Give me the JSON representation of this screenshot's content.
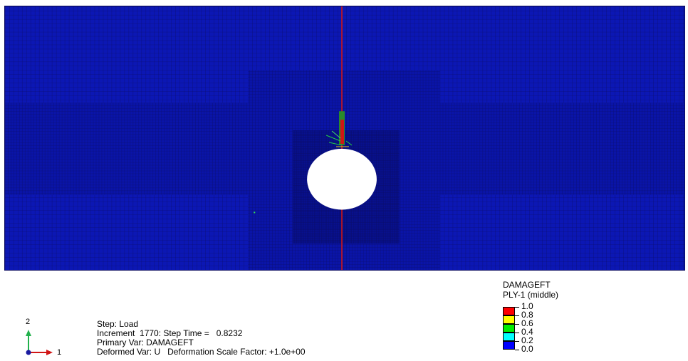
{
  "viewport": {
    "background_color": "#0a14a8",
    "mesh_line_color": "#0b0b55",
    "crack_line_color": "#d11515",
    "hole_color": "#ffffff"
  },
  "triad": {
    "axis_2_label": "2",
    "axis_1_label": "1",
    "axis_2_color": "#22b14c",
    "axis_1_color": "#d11515",
    "origin_color": "#1a1aa0"
  },
  "info": {
    "step": "Step: Load",
    "increment": "Increment  1770: Step Time =   0.8232",
    "primary_var": "Primary Var: DAMAGEFT",
    "deformed_var": "Deformed Var: U   Deformation Scale Factor: +1.0e+00"
  },
  "legend": {
    "title": "DAMAGEFT",
    "subtitle": "PLY-1 (middle)",
    "values": [
      "1.0",
      "0.8",
      "0.6",
      "0.4",
      "0.2",
      "0.0"
    ],
    "colors": [
      "#ff0000",
      "#ffff00",
      "#00ee00",
      "#00ffff",
      "#0000ff"
    ]
  }
}
